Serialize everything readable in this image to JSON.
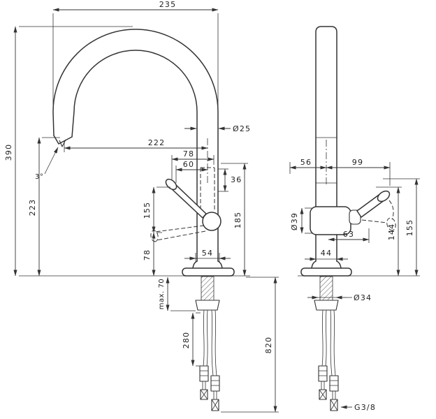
{
  "colors": {
    "line": "#333333",
    "text": "#222222",
    "background": "#ffffff"
  },
  "left_view": {
    "d235": "235",
    "d390": "390",
    "d223": "223",
    "d222": "222",
    "d78_upper": "78",
    "d60": "60",
    "d36": "36",
    "dia25": "Ø25",
    "angle": "3°",
    "d155": "155",
    "d78_lower": "78",
    "max70": "max. 70",
    "d54": "54",
    "d185": "185",
    "d280": "280",
    "d820": "820"
  },
  "right_view": {
    "d56": "56",
    "d99": "99",
    "dia39": "Ø39",
    "d63": "63",
    "d144": "144",
    "d155": "155",
    "d44": "44",
    "dia34": "Ø34",
    "thread": "G3/8"
  }
}
